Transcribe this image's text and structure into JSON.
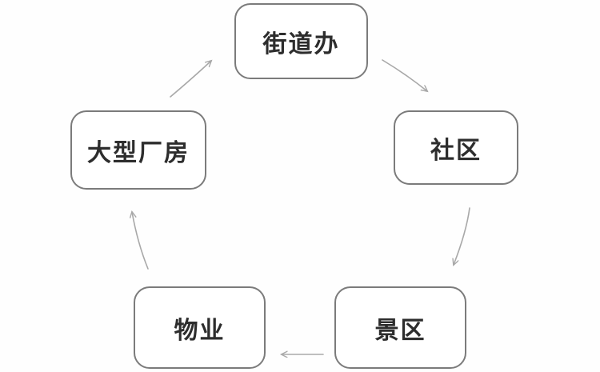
{
  "diagram": {
    "type": "cycle-flow",
    "background_color": "#fefefe",
    "node_border_color": "#7b7b7b",
    "node_fill_color": "#ffffff",
    "arrow_color": "#a8a8a8",
    "text_color": "#2d2d2d",
    "nodes": [
      {
        "id": "street-office",
        "label": "街道办"
      },
      {
        "id": "community",
        "label": "社区"
      },
      {
        "id": "scenic-area",
        "label": "景区"
      },
      {
        "id": "property",
        "label": "物业"
      },
      {
        "id": "large-factory",
        "label": "大型厂房"
      }
    ],
    "edges": [
      {
        "from": "street-office",
        "to": "community"
      },
      {
        "from": "community",
        "to": "scenic-area"
      },
      {
        "from": "scenic-area",
        "to": "property"
      },
      {
        "from": "property",
        "to": "large-factory"
      },
      {
        "from": "large-factory",
        "to": "street-office"
      }
    ]
  }
}
